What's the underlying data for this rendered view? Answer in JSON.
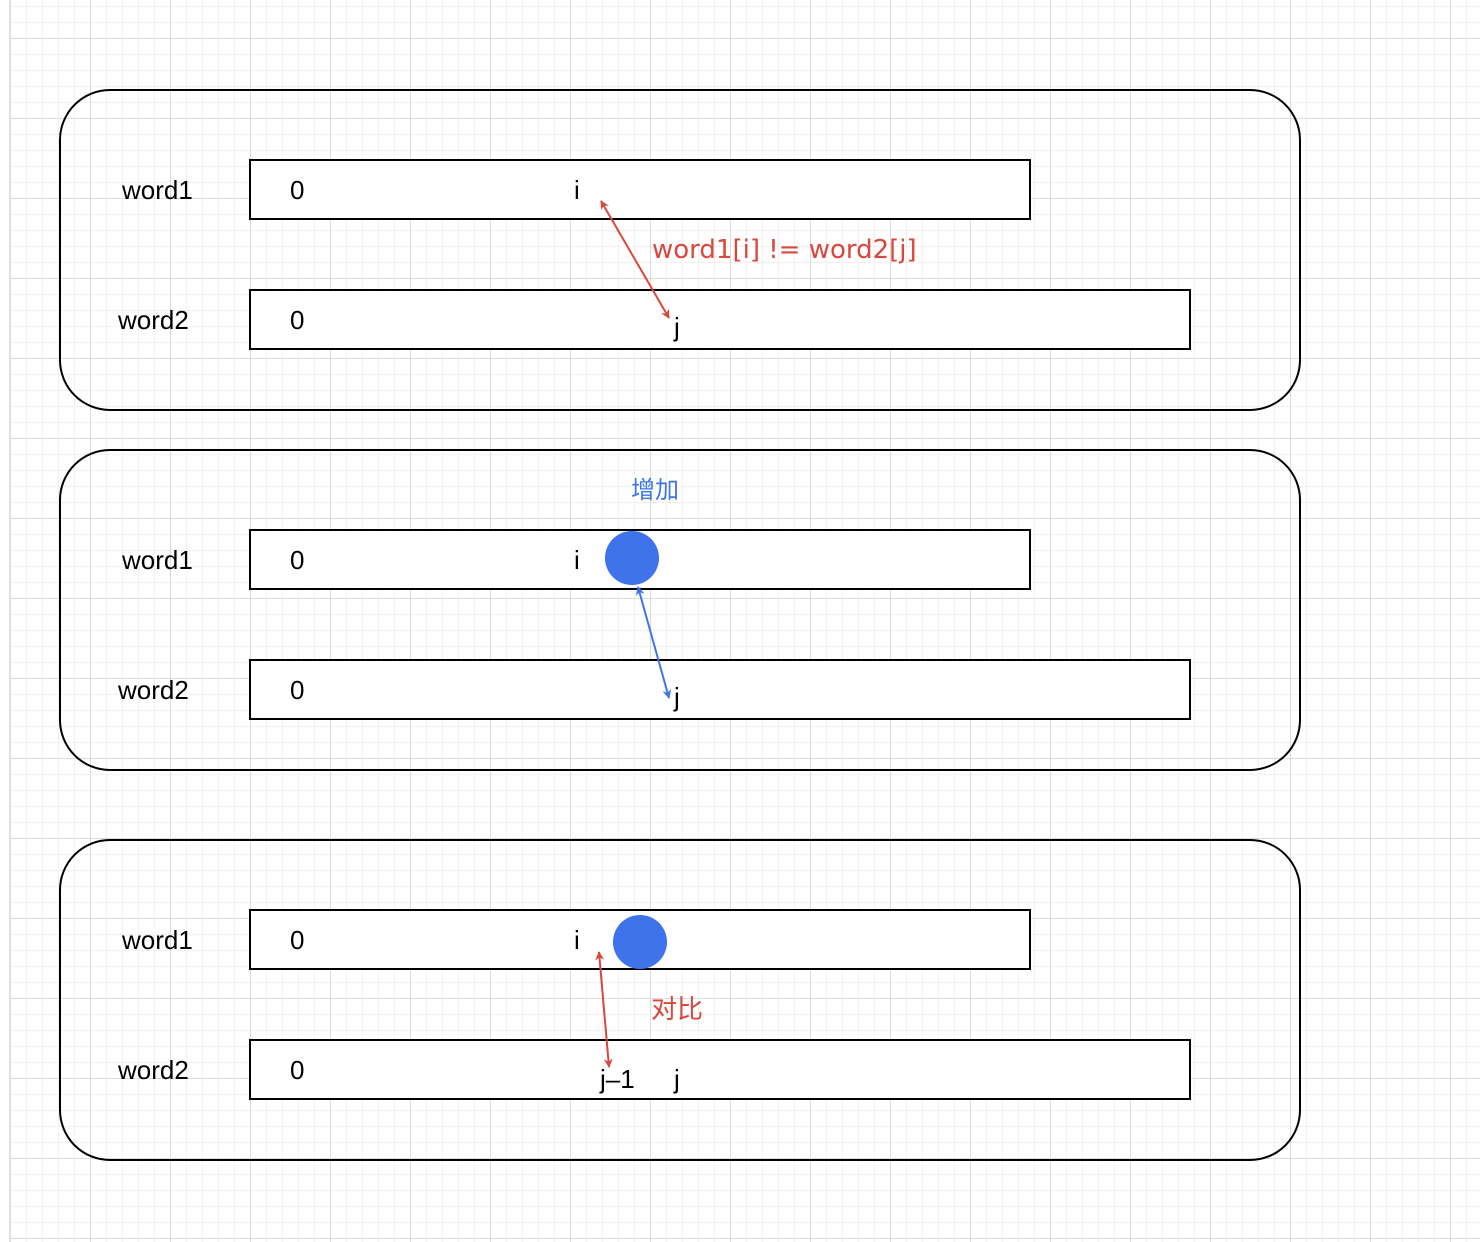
{
  "colors": {
    "red_arrow": "#d9473d",
    "blue_arrow": "#3d76e6",
    "blue_dot": "#3f73ec",
    "outline": "#000000"
  },
  "panels": [
    {
      "word1": {
        "name": "word1",
        "start": "0",
        "pointer": "i"
      },
      "word2": {
        "name": "word2",
        "start": "0",
        "pointers": [
          "j"
        ]
      },
      "annotation": "word1[i] != word2[j]"
    },
    {
      "word1": {
        "name": "word1",
        "start": "0",
        "pointer": "i"
      },
      "word2": {
        "name": "word2",
        "start": "0",
        "pointers": [
          "j"
        ]
      },
      "annotation": "增加"
    },
    {
      "word1": {
        "name": "word1",
        "start": "0",
        "pointer": "i"
      },
      "word2": {
        "name": "word2",
        "start": "0",
        "pointers": [
          "j–1",
          "j"
        ]
      },
      "annotation": "对比"
    }
  ]
}
